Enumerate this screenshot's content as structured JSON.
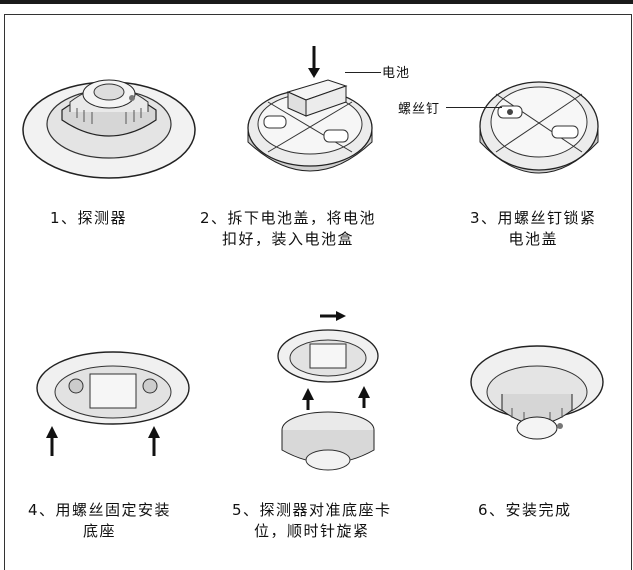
{
  "steps": [
    {
      "line1": "1、探测器",
      "line2": ""
    },
    {
      "line1": "2、拆下电池盖，将电池",
      "line2": "扣好，装入电池盒"
    },
    {
      "line1": "3、用螺丝钉锁紧",
      "line2": "电池盖"
    },
    {
      "line1": "4、用螺丝固定安装",
      "line2": "底座"
    },
    {
      "line1": "5、探测器对准底座卡",
      "line2": "位，顺时针旋紧"
    },
    {
      "line1": "6、安装完成",
      "line2": ""
    }
  ],
  "labels": {
    "battery": "电池",
    "screw": "螺丝钉"
  }
}
